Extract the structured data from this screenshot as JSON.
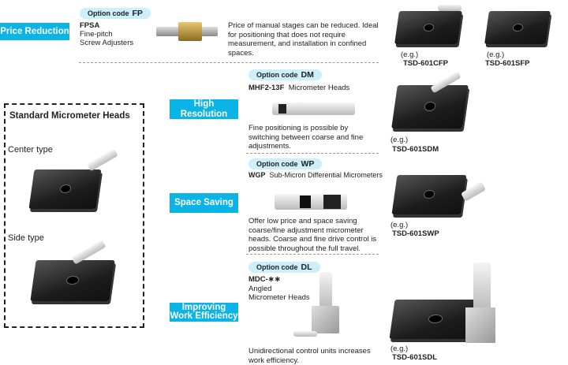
{
  "rows": [
    {
      "badge": "Price Reduction",
      "option_label": "Option code",
      "option_code": "FP",
      "product_code": "FPSA",
      "product_name_lines": [
        "Fine-pitch",
        "Screw Adjusters"
      ],
      "description": "Price of manual stages can be reduced. Ideal for positioning that does not require measurement, and installation in confined spaces.",
      "examples": [
        {
          "eg": "(e.g.)",
          "model": "TSD-601CFP"
        },
        {
          "eg": "(e.g.)",
          "model": "TSD-601SFP"
        }
      ]
    },
    {
      "badge": "High Resolution",
      "option_label": "Option code",
      "option_code": "DM",
      "product_code": "MHF2-13F",
      "product_name": "Micrometer Heads",
      "description": "Fine positioning is possible by switching between coarse and fine adjustments.",
      "example": {
        "eg": "(e.g.)",
        "model": "TSD-601SDM"
      }
    },
    {
      "badge": "Space Saving",
      "option_label": "Option code",
      "option_code": "WP",
      "product_code": "WGP",
      "product_name": "Sub-Micron Differential Micrometers",
      "description": "Offer low price and space saving coarse/fine adjustment micrometer heads. Coarse and fine drive control is possible throughout the full travel.",
      "example": {
        "eg": "(e.g.)",
        "model": "TSD-601SWP"
      }
    },
    {
      "badge_lines": [
        "Improving",
        "Work Efficiency"
      ],
      "option_label": "Option code",
      "option_code": "DL",
      "product_code": "MDC-∗∗",
      "product_name_lines": [
        "Angled",
        "Micrometer Heads"
      ],
      "description": "Unidirectional control units increases work efficiency.",
      "example": {
        "eg": "(e.g.)",
        "model": "TSD-601SDL"
      }
    }
  ],
  "standard": {
    "title": "Standard Micrometer Heads",
    "center": "Center type",
    "side": "Side type"
  },
  "colors": {
    "badge": "#0ab4e6",
    "pill": "#cdeefb"
  }
}
